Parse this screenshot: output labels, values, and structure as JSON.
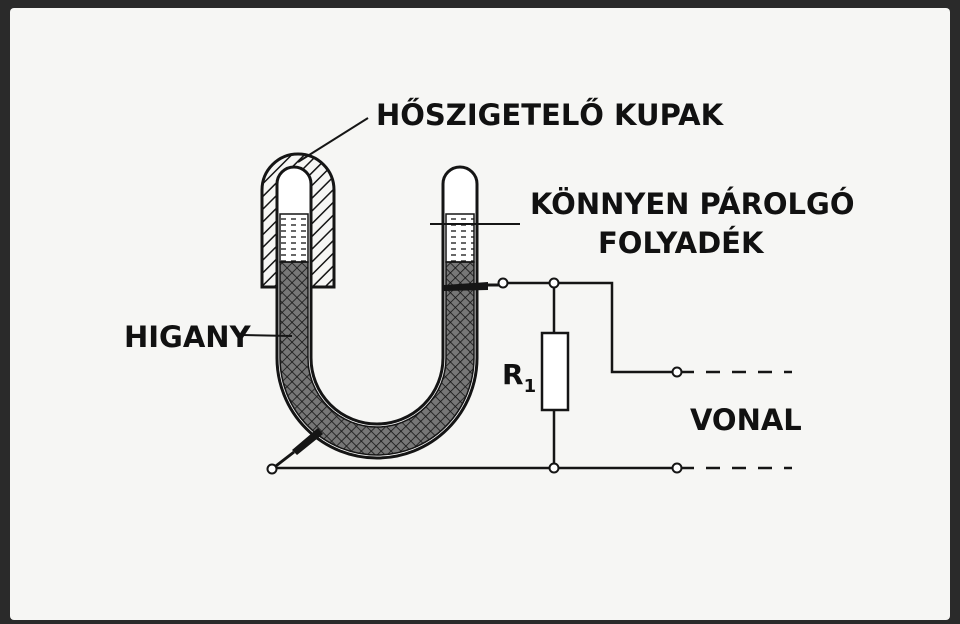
{
  "labels": {
    "cap": "HŐSZIGETELŐ KUPAK",
    "liquid_line1": "KÖNNYEN PÁROLGÓ",
    "liquid_line2": "FOLYADÉK",
    "mercury": "HIGANY",
    "resistor": "R",
    "resistor_sub": "1",
    "line": "VONAL"
  },
  "colors": {
    "paper": "#f6f6f4",
    "ink": "#151515",
    "frame": "#2a2a2a"
  }
}
